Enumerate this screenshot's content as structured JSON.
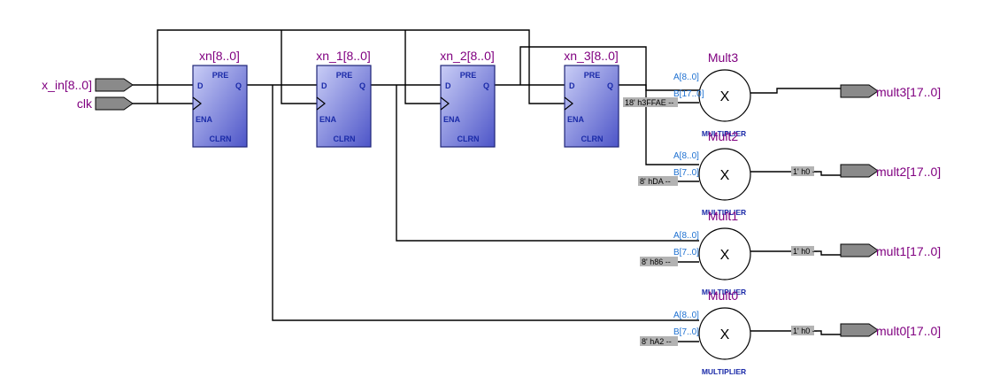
{
  "colors": {
    "wire": "#000000",
    "register_fill_light": "#c9cdf6",
    "register_fill_dark": "#4d55c8",
    "register_border": "#1f2577",
    "pin_text": "#1a2aa8",
    "instance_name": "#800080",
    "port_label": "#1c6fd0",
    "constant_box": "#b3b3b3",
    "io_arrow": "#8a8a8a"
  },
  "inputs": [
    {
      "label": "x_in[8..0]"
    },
    {
      "label": "clk"
    }
  ],
  "registers": [
    {
      "name": "xn[8..0]",
      "pins": {
        "pre": "PRE",
        "d": "D",
        "q": "Q",
        "ena": "ENA",
        "clrn": "CLRN"
      }
    },
    {
      "name": "xn_1[8..0]",
      "pins": {
        "pre": "PRE",
        "d": "D",
        "q": "Q",
        "ena": "ENA",
        "clrn": "CLRN"
      }
    },
    {
      "name": "xn_2[8..0]",
      "pins": {
        "pre": "PRE",
        "d": "D",
        "q": "Q",
        "ena": "ENA",
        "clrn": "CLRN"
      }
    },
    {
      "name": "xn_3[8..0]",
      "pins": {
        "pre": "PRE",
        "d": "D",
        "q": "Q",
        "ena": "ENA",
        "clrn": "CLRN"
      }
    }
  ],
  "multipliers": [
    {
      "name": "Mult3",
      "port_a": "A[8..0]",
      "port_b": "B[17..0]",
      "constant": "18' h3FFAE --",
      "symbol": "X",
      "type_label": "MULTIPLIER",
      "out_constant": "",
      "output": "mult3[17..0]"
    },
    {
      "name": "Mult2",
      "port_a": "A[8..0]",
      "port_b": "B[7..0]",
      "constant": "8' hDA --",
      "symbol": "X",
      "type_label": "MULTIPLIER",
      "out_constant": "1' h0 --",
      "output": "mult2[17..0]"
    },
    {
      "name": "Mult1",
      "port_a": "A[8..0]",
      "port_b": "B[7..0]",
      "constant": "8' h86 --",
      "symbol": "X",
      "type_label": "MULTIPLIER",
      "out_constant": "1' h0 --",
      "output": "mult1[17..0]"
    },
    {
      "name": "Mult0",
      "port_a": "A[8..0]",
      "port_b": "B[7..0]",
      "constant": "8' hA2 --",
      "symbol": "X",
      "type_label": "MULTIPLIER",
      "out_constant": "1' h0 --",
      "output": "mult0[17..0]"
    }
  ]
}
